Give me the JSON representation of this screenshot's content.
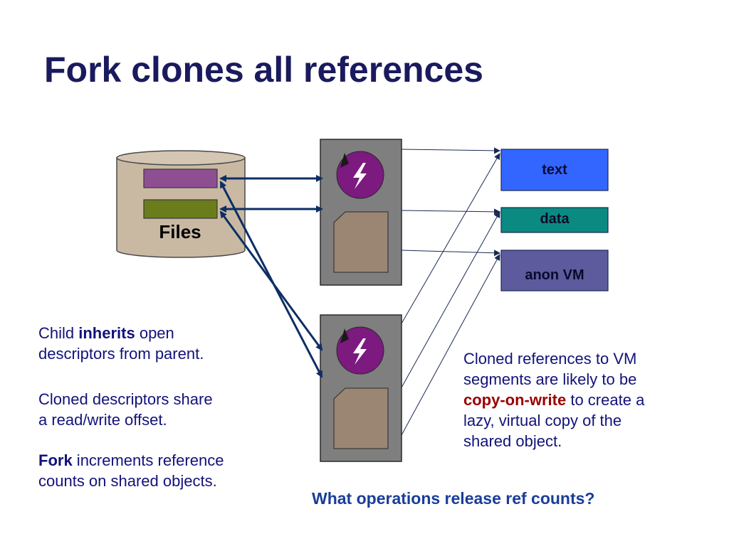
{
  "slide": {
    "title": "Fork clones all references"
  },
  "diagram": {
    "files_label": "Files",
    "segments": {
      "text": "text",
      "data": "data",
      "anon_vm": "anon VM"
    },
    "colors": {
      "cylinder_fill": "#c9b9a3",
      "file_descriptor_1": "#8e4f92",
      "file_descriptor_2": "#6b7d1a",
      "process_box": "#7f7f7f",
      "thread_circle": "#7c1a7f",
      "memory_block": "#9b8573",
      "segment_text": "#3366ff",
      "segment_data": "#0a8a80",
      "segment_anon_vm": "#5e5a9e",
      "arrow_dark": "#0d2e66",
      "arrow_light": "#1a2a55"
    }
  },
  "notes": {
    "left": {
      "p1_a": "Child ",
      "p1_b": "inherits",
      "p1_c": " open",
      "p1_d": "descriptors from parent.",
      "p2_a": "Cloned descriptors share",
      "p2_b": "a read/write offset.",
      "p3_a": "Fork",
      "p3_b": " increments reference",
      "p3_c": "counts on shared objects."
    },
    "right": {
      "line1": "Cloned references to VM",
      "line2": "segments are likely to be",
      "cow": "copy-on-write",
      "line3_rest": " to create a",
      "line4": "lazy, virtual copy of the",
      "line5": "shared object."
    },
    "question": "What operations release ref counts?"
  }
}
